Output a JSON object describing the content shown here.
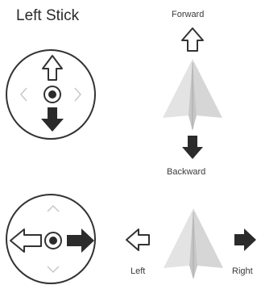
{
  "title": "Left Stick",
  "labels": {
    "forward": "Forward",
    "backward": "Backward",
    "left": "Left",
    "right": "Right"
  },
  "colors": {
    "text": "#2a2a2a",
    "outline": "#333333",
    "filled_arrow": "#2b2b2b",
    "inactive_chevron": "#c8c8c8",
    "plane_light": "#e3e3e3",
    "plane_dark": "#c6c6c6"
  },
  "icons": {
    "stick_up": "outline-up-arrow-icon",
    "stick_down": "filled-down-arrow-icon",
    "stick_left": "outline-left-arrow-icon",
    "stick_right": "filled-right-arrow-icon",
    "aircraft": "paper-plane-icon"
  }
}
